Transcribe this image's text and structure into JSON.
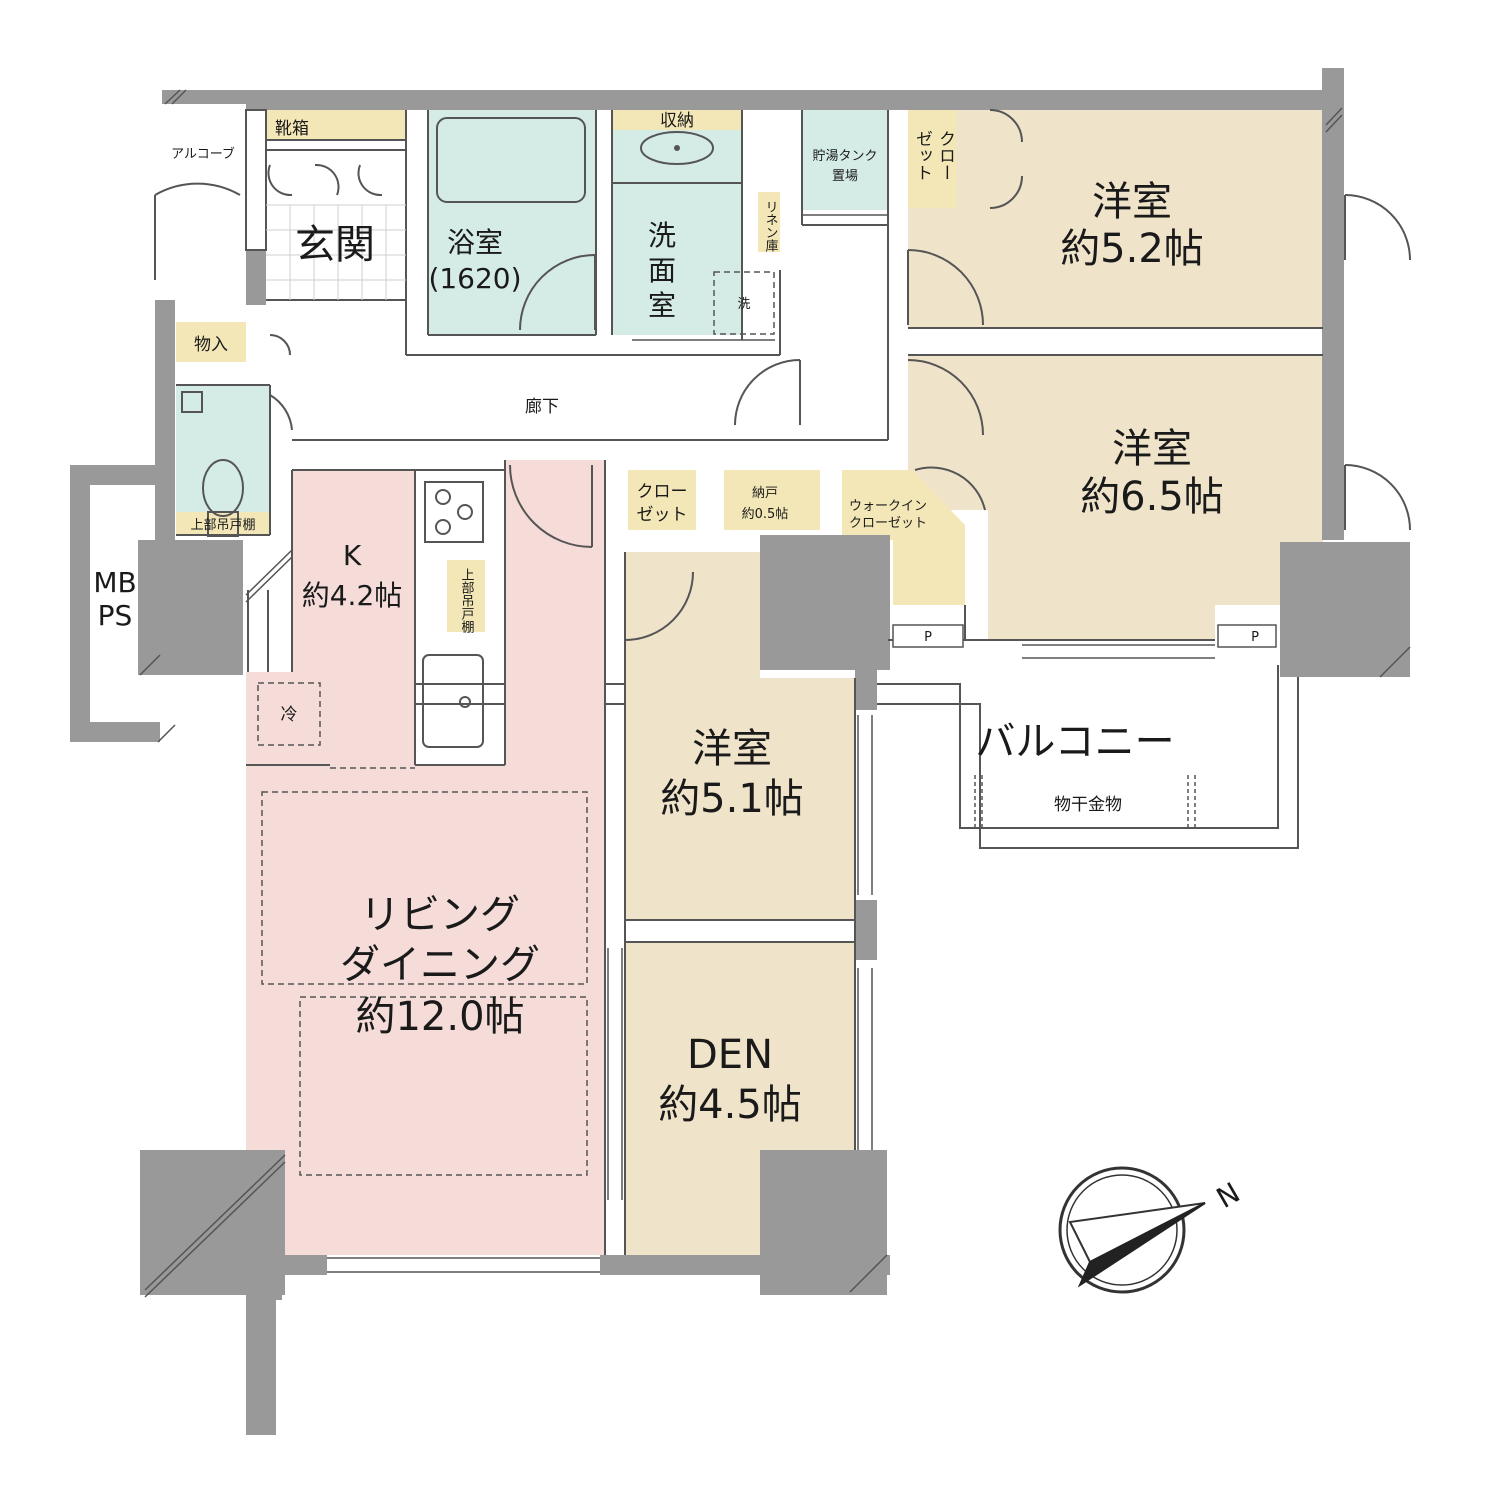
{
  "floorplan": {
    "colors": {
      "bedroom": "#efe3c9",
      "living": "#f5dcd9",
      "wet": "#d5ece6",
      "storage": "#f3e7b8",
      "wall": "#999999",
      "line": "#555555"
    },
    "rooms": {
      "entrance": "玄関",
      "shoe_box": "靴箱",
      "alcove": "アルコーブ",
      "bath_name": "浴室",
      "bath_size": "(1620)",
      "wash_line1": "洗",
      "wash_line2": "面",
      "wash_line3": "室",
      "wash_storage": "収納",
      "laundry": "洗",
      "linen": "リネン庫",
      "hot_water_tank_line1": "貯湯タンク",
      "hot_water_tank_line2": "置場",
      "closet_vertical_left": "ゼット",
      "closet_vertical_right": "クロー",
      "western1_name": "洋室",
      "western1_size": "約5.2帖",
      "western2_name": "洋室",
      "western2_size": "約6.5帖",
      "storage_in": "物入",
      "upper_shelf_toilet": "上部吊戸棚",
      "upper_shelf_kitchen": "上部吊戸棚",
      "corridor": "廊下",
      "mb_line1": "MB",
      "mb_line2": "PS",
      "kitchen_name": "K",
      "kitchen_size": "約4.2帖",
      "fridge": "冷",
      "closet2_line1": "クロー",
      "closet2_line2": "ゼット",
      "nando_line1": "納戸",
      "nando_line2": "約0.5帖",
      "wic_line1": "ウォークイン",
      "wic_line2": "クローゼット",
      "pipe_left": "P",
      "pipe_right": "P",
      "living_line1": "リビング",
      "living_line2": "ダイニング",
      "living_size": "約12.0帖",
      "western3_name": "洋室",
      "western3_size": "約5.1帖",
      "den_name": "DEN",
      "den_size": "約4.5帖",
      "balcony": "バルコニー",
      "clothes_hanger": "物干金物"
    },
    "compass": {
      "label": "N",
      "icon": "north-arrow-icon"
    }
  }
}
